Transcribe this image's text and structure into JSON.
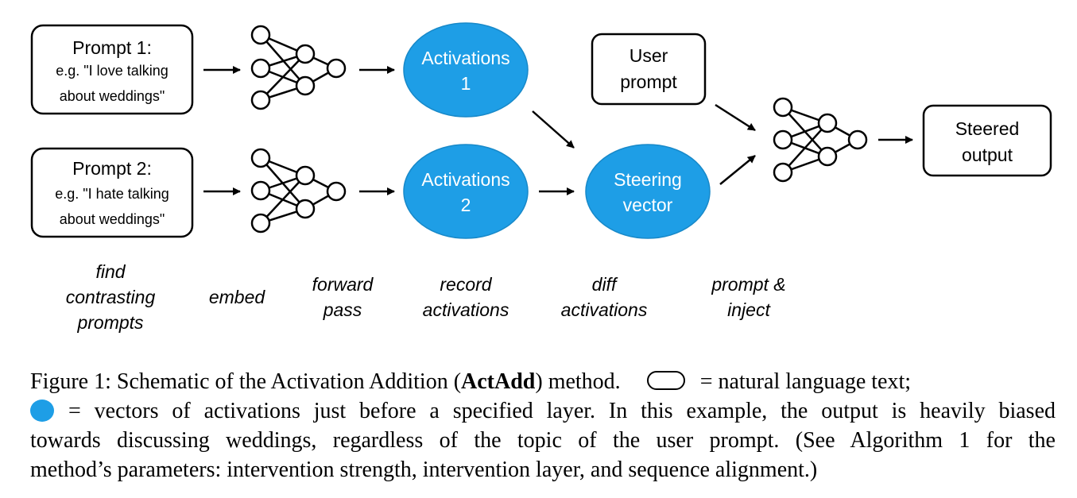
{
  "boxes": {
    "prompt1_title": "Prompt 1:",
    "prompt1_line1": "e.g. \"I love talking",
    "prompt1_line2": "about weddings\"",
    "prompt2_title": "Prompt 2:",
    "prompt2_line1": "e.g. \"I hate talking",
    "prompt2_line2": "about weddings\"",
    "user_prompt_line1": "User",
    "user_prompt_line2": "prompt",
    "steered_line1": "Steered",
    "steered_line2": "output"
  },
  "ellipses": {
    "act1_line1": "Activations",
    "act1_line2": "1",
    "act2_line1": "Activations",
    "act2_line2": "2",
    "steer_line1": "Steering",
    "steer_line2": "vector"
  },
  "steps": {
    "find_1": "find",
    "find_2": "contrasting",
    "find_3": "prompts",
    "embed": "embed",
    "forward_1": "forward",
    "forward_2": "pass",
    "record_1": "record",
    "record_2": "activations",
    "diff_1": "diff",
    "diff_2": "activations",
    "inject_1": "prompt &",
    "inject_2": "inject"
  },
  "caption": {
    "line1_a": "Figure 1: Schematic of the Activation Addition (",
    "line1_bold": "ActAdd",
    "line1_b": ") method.",
    "line1_c": "= natural language text;",
    "line2": "= vectors of activations just before a specified layer. In this example, the output is heavily biased",
    "line3": "towards discussing weddings, regardless of the topic of the user prompt. (See Algorithm 1 for the",
    "line4": "method’s parameters: intervention strength, intervention layer, and sequence alignment.)"
  },
  "colors": {
    "activation_fill": "#1e9ee6",
    "stroke": "#000000"
  }
}
